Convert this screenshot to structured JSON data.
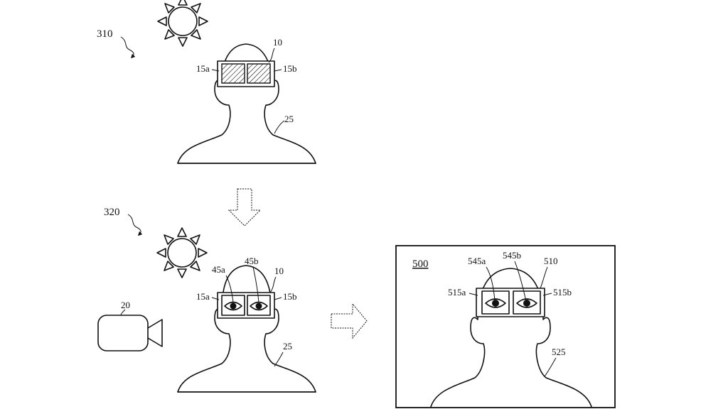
{
  "labels": {
    "state_top": "310",
    "state_bottom": "320",
    "hmd_top": "10",
    "lens_left_top": "15a",
    "lens_right_top": "15b",
    "user_top": "25",
    "eye_left": "45a",
    "eye_right": "45b",
    "hmd_bottom": "10",
    "lens_left_bottom": "15a",
    "lens_right_bottom": "15b",
    "user_bottom": "25",
    "camera": "20",
    "display": "500",
    "avatar_eye_left": "545a",
    "avatar_eye_right": "545b",
    "avatar_hmd": "510",
    "avatar_lens_left": "515a",
    "avatar_lens_right": "515b",
    "avatar_user": "525"
  },
  "icons": {
    "sun_top": "sun-icon",
    "sun_bottom": "sun-icon",
    "camera": "video-camera-icon",
    "arrow_down": "hollow-arrow-down-icon",
    "arrow_right": "hollow-arrow-right-icon"
  },
  "colors": {
    "line": "#111111",
    "background": "#ffffff"
  }
}
